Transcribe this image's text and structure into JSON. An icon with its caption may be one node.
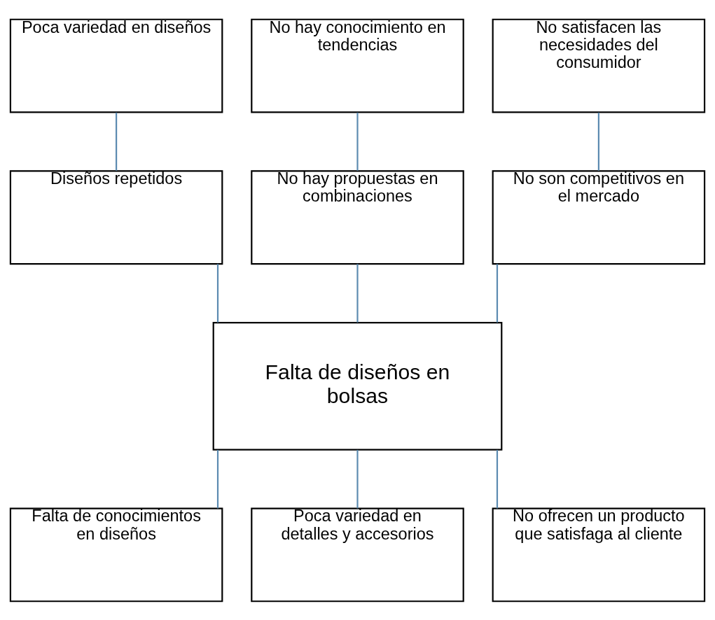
{
  "diagram": {
    "nodes": [
      {
        "text": [
          "Poca variedad en diseños"
        ]
      },
      {
        "text": [
          "No hay conocimiento en tendencias"
        ]
      },
      {
        "text": [
          "No satisfacen las necesidades del consumidor"
        ]
      },
      {
        "text": [
          "Diseños repetidos"
        ]
      },
      {
        "text": [
          "No hay propuestas en combinaciones"
        ]
      },
      {
        "text": [
          "No son competitivos en el mercado"
        ]
      },
      {
        "text": [
          "Falta de diseños en bolsas"
        ]
      },
      {
        "text": [
          "Falta de conocimientos en diseños"
        ]
      },
      {
        "text": [
          "Poca variedad en detalles y accesorios"
        ]
      },
      {
        "text": [
          "No ofrecen un producto que satisfaga al cliente"
        ]
      }
    ],
    "edges": [
      {
        "from": 0,
        "to": 3,
        "arrow": "none"
      },
      {
        "from": 1,
        "to": 4,
        "arrow": "none"
      },
      {
        "from": 2,
        "to": 5,
        "arrow": "none"
      },
      {
        "from": 3,
        "to": 6,
        "arrow": "none"
      },
      {
        "from": 4,
        "to": 6,
        "arrow": "none"
      },
      {
        "from": 5,
        "to": 6,
        "arrow": "none"
      },
      {
        "from": 6,
        "to": 7,
        "arrow": "none"
      },
      {
        "from": 6,
        "to": 8,
        "arrow": "none"
      },
      {
        "from": 6,
        "to": 9,
        "arrow": "none"
      }
    ]
  }
}
